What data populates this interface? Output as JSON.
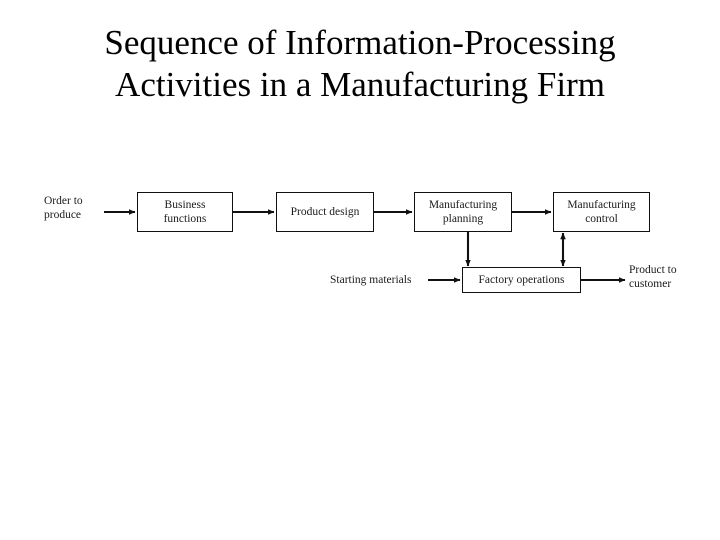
{
  "slide": {
    "background_color": "#ffffff",
    "title_lines": [
      "Sequence of Information-Processing",
      "Activities in a Manufacturing Firm"
    ],
    "title_text": "Sequence of Information-Processing Activities in a Manufacturing Firm"
  },
  "diagram": {
    "line_color": "#111111",
    "text_color": "#1a1a1a",
    "boxes": [
      {
        "id": "business-functions",
        "label_line1": "Business",
        "label_line2": "functions",
        "label": "Business functions"
      },
      {
        "id": "product-design",
        "label_line1": "Product design",
        "label_line2": "",
        "label": "Product design"
      },
      {
        "id": "manufacturing-planning",
        "label_line1": "Manufacturing",
        "label_line2": "planning",
        "label": "Manufacturing planning"
      },
      {
        "id": "manufacturing-control",
        "label_line1": "Manufacturing",
        "label_line2": "control",
        "label": "Manufacturing control"
      },
      {
        "id": "factory-operations",
        "label_line1": "Factory operations",
        "label_line2": "",
        "label": "Factory operations"
      }
    ],
    "labels": [
      {
        "id": "order-to-produce",
        "line1": "Order to",
        "line2": "produce",
        "text": "Order to produce"
      },
      {
        "id": "starting-materials",
        "line1": "Starting materials",
        "line2": "",
        "text": "Starting materials"
      },
      {
        "id": "product-to-customer",
        "line1": "Product to",
        "line2": "customer",
        "text": "Product to customer"
      }
    ],
    "connectors": [
      {
        "id": "order-to-business",
        "type": "arrow-right"
      },
      {
        "id": "business-to-design",
        "type": "arrow-right"
      },
      {
        "id": "design-to-planning",
        "type": "arrow-right"
      },
      {
        "id": "planning-to-control",
        "type": "arrow-right"
      },
      {
        "id": "planning-to-factory",
        "type": "arrow-down"
      },
      {
        "id": "control-factory-bidirectional",
        "type": "arrow-both-vertical"
      },
      {
        "id": "materials-to-factory",
        "type": "arrow-right"
      },
      {
        "id": "factory-to-product",
        "type": "arrow-right"
      }
    ]
  }
}
